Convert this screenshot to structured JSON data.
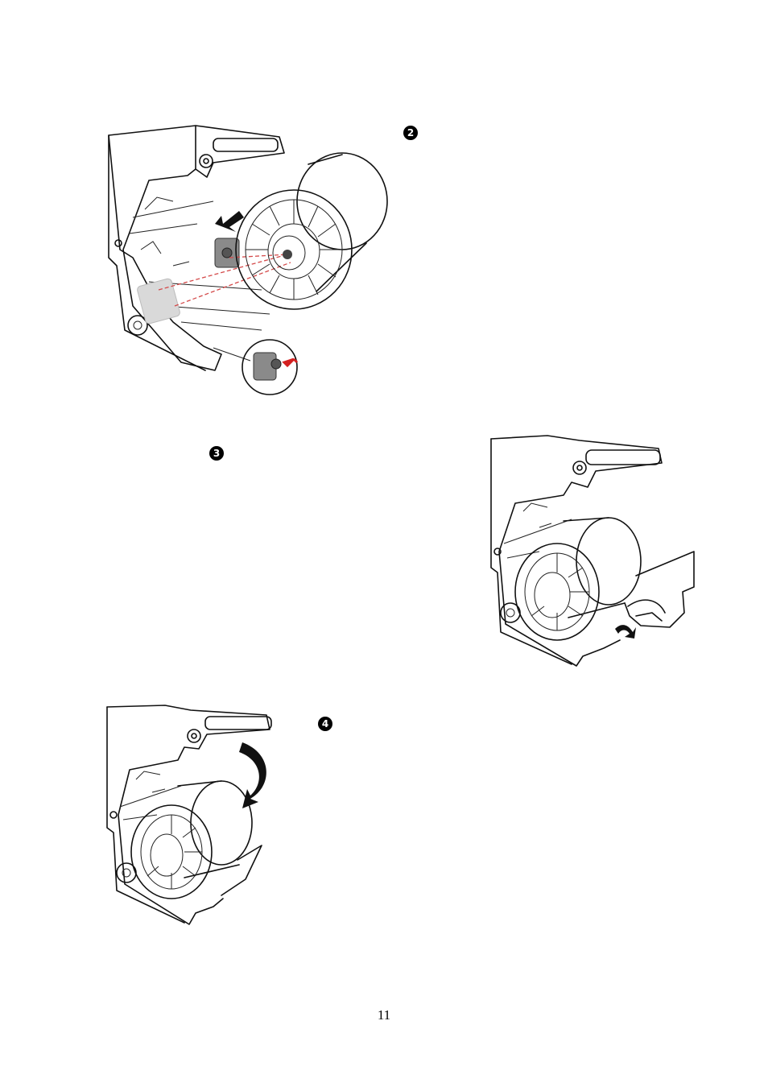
{
  "steps": [
    {
      "number": "2"
    },
    {
      "number": "3"
    },
    {
      "number": "4"
    }
  ],
  "page_number": "11",
  "colors": {
    "ink": "#111111",
    "arrow_red": "#d42020",
    "guide_dash": "#d44a4a",
    "plate_gray": "#8a8a8a"
  }
}
